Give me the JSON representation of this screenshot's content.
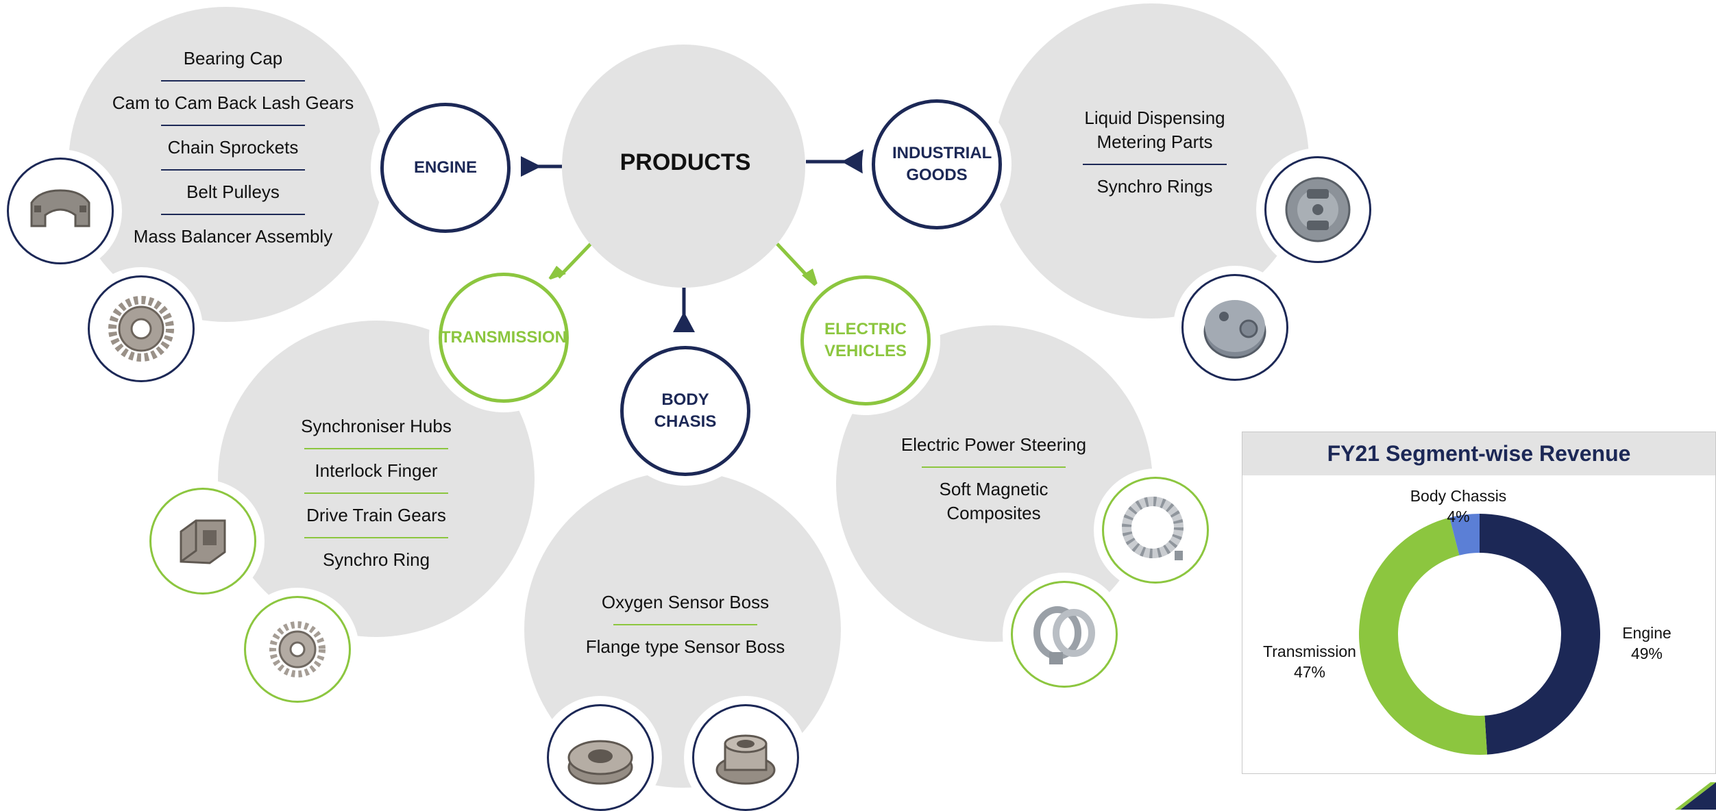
{
  "center_title": "PRODUCTS",
  "categories": {
    "engine": "ENGINE",
    "industrial": "INDUSTRIAL GOODS",
    "transmission": "TRANSMISSION",
    "body": "BODY CHASIS",
    "ev": "ELECTRIC VEHICLES"
  },
  "engine_items": [
    "Bearing Cap",
    "Cam to Cam Back Lash Gears",
    "Chain Sprockets",
    "Belt Pulleys",
    "Mass Balancer Assembly"
  ],
  "industrial_items": [
    "Liquid Dispensing Metering Parts",
    "Synchro Rings"
  ],
  "transmission_items": [
    "Synchroniser Hubs",
    "Interlock Finger",
    "Drive Train Gears",
    "Synchro Ring"
  ],
  "body_items": [
    "Oxygen Sensor Boss",
    "Flange type Sensor Boss"
  ],
  "ev_items": [
    "Electric Power Steering",
    "Soft Magnetic Composites"
  ],
  "colors": {
    "navy": "#1c2856",
    "green": "#8cc63f",
    "blue": "#5b7fd6",
    "bubble": "#e3e3e3"
  },
  "icons": [
    "bearing-cap-icon",
    "gear-icon",
    "synchro-hub-icon",
    "sprocket-icon",
    "nut-icon",
    "disc-icon",
    "ev-ring-icon",
    "coil-icon",
    "plate-icon"
  ],
  "chart_data": {
    "type": "pie",
    "title": "FY21 Segment-wise Revenue",
    "hole": true,
    "slices": [
      {
        "name": "Engine",
        "value": 49,
        "label": "49%",
        "color": "#1c2856"
      },
      {
        "name": "Transmission",
        "value": 47,
        "label": "47%",
        "color": "#8cc63f"
      },
      {
        "name": "Body Chassis",
        "value": 4,
        "label": "4%",
        "color": "#5b7fd6"
      }
    ]
  }
}
